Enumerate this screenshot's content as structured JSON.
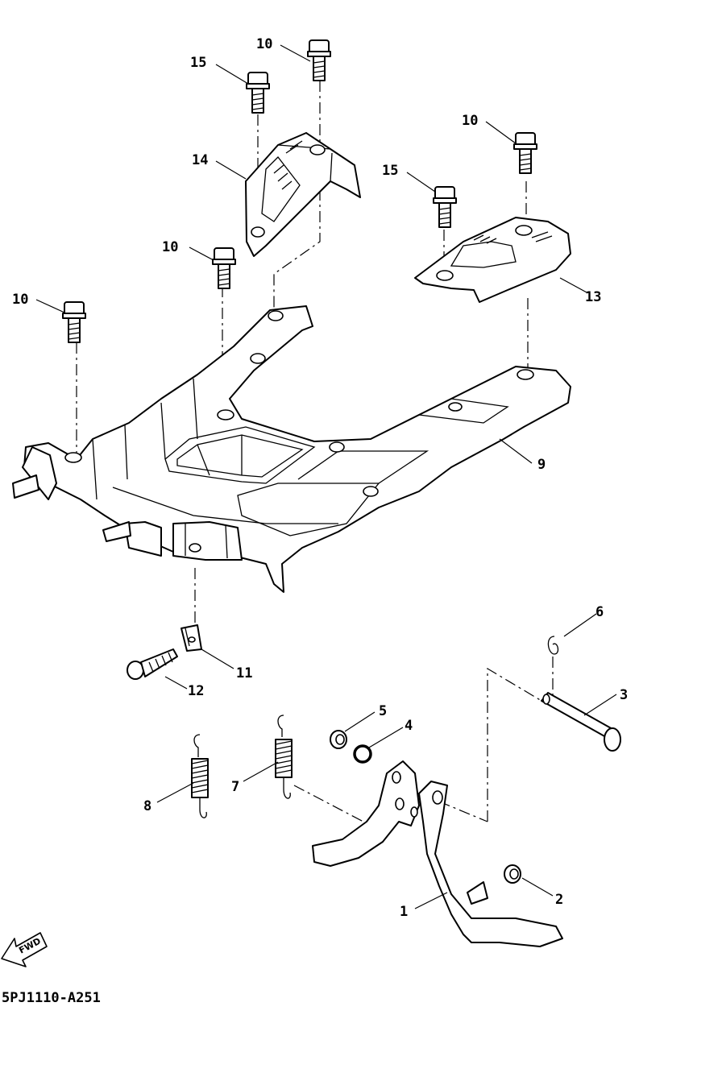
{
  "diagram_code": "5PJ1110-A251",
  "fwd_label": "FWD",
  "callouts": {
    "c1": "1",
    "c2": "2",
    "c3": "3",
    "c4": "4",
    "c5": "5",
    "c6": "6",
    "c7": "7",
    "c8": "8",
    "c9": "9",
    "c10a": "10",
    "c10b": "10",
    "c10c": "10",
    "c10d": "10",
    "c11": "11",
    "c12": "12",
    "c13": "13",
    "c14": "14",
    "c15a": "15",
    "c15b": "15"
  },
  "colors": {
    "ink": "#000000",
    "paper": "#ffffff"
  }
}
